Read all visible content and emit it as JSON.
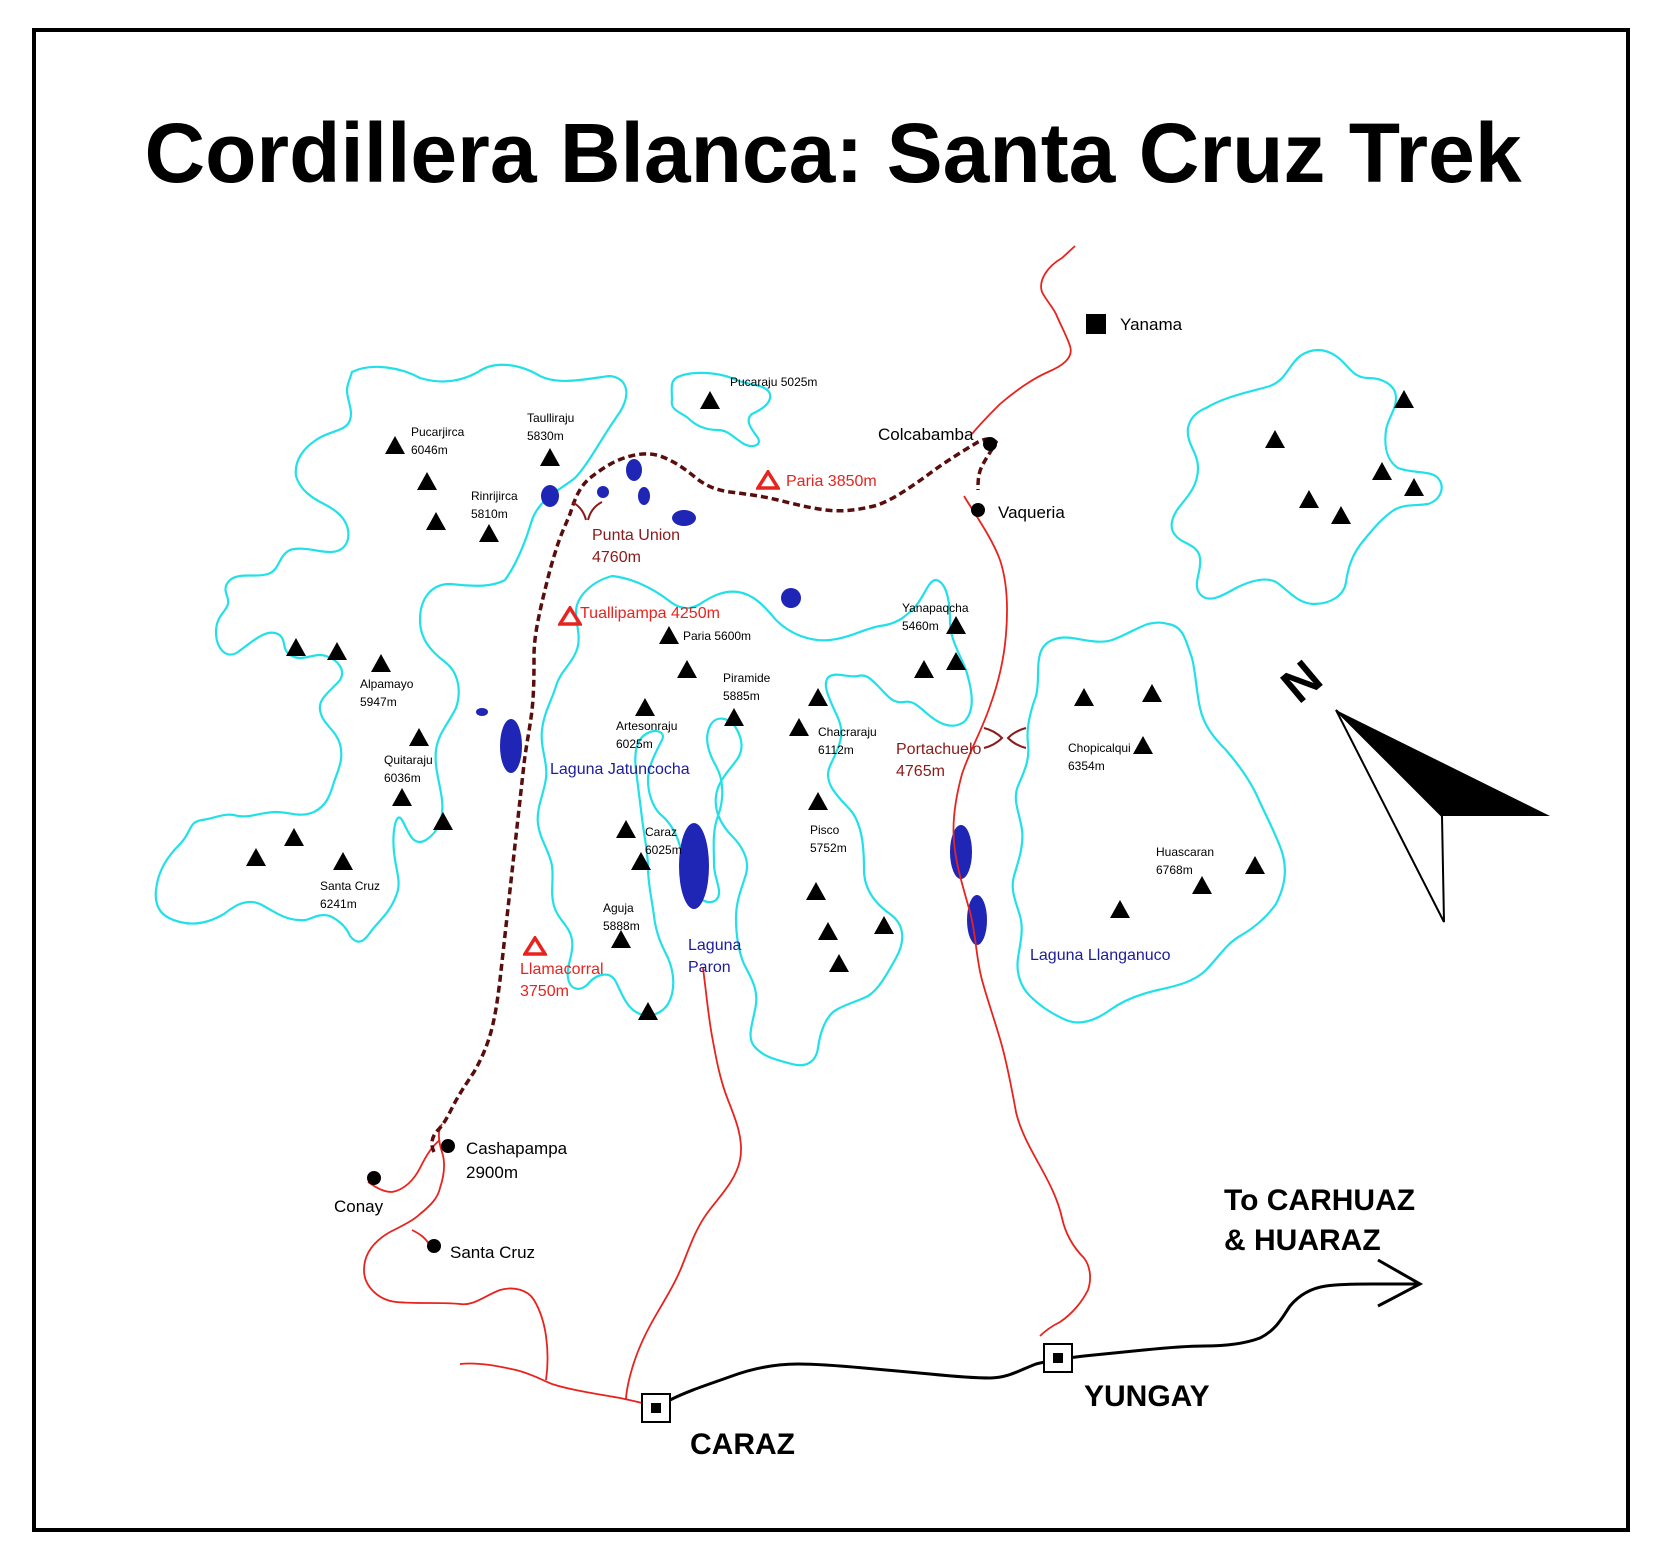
{
  "title": "Cordillera Blanca: Santa Cruz Trek",
  "colors": {
    "glacier": "#22e0e8",
    "road": "#e8231e",
    "trail": "#5a0d0d",
    "lake": "#1f25b5",
    "camp": "#e8231e",
    "pass": "#8b1a1a",
    "highway": "#000000"
  },
  "icons": {
    "peak": "peak-triangle-icon",
    "camp": "campsite-triangle-icon",
    "pass": "mountain-pass-icon",
    "village": "village-dot-icon",
    "town": "town-square-icon",
    "city": "city-square-icon",
    "north": "north-arrow-icon"
  },
  "peaks": [
    {
      "name": "Pucaraju",
      "elev": "5025m"
    },
    {
      "name": "Pucarjirca",
      "elev": "6046m"
    },
    {
      "name": "Taulliraju",
      "elev": "5830m"
    },
    {
      "name": "Rinrijirca",
      "elev": "5810m"
    },
    {
      "name": "Alpamayo",
      "elev": "5947m"
    },
    {
      "name": "Quitaraju",
      "elev": "6036m"
    },
    {
      "name": "Santa Cruz",
      "elev": "6241m"
    },
    {
      "name": "Paria",
      "elev": "5600m"
    },
    {
      "name": "Piramide",
      "elev": "5885m"
    },
    {
      "name": "Artesonraju",
      "elev": "6025m"
    },
    {
      "name": "Chacraraju",
      "elev": "6112m"
    },
    {
      "name": "Yanapaqcha",
      "elev": "5460m"
    },
    {
      "name": "Caraz",
      "elev": "6025m"
    },
    {
      "name": "Aguja",
      "elev": "5888m"
    },
    {
      "name": "Pisco",
      "elev": "5752m"
    },
    {
      "name": "Chopicalqui",
      "elev": "6354m"
    },
    {
      "name": "Huascaran",
      "elev": "6768m"
    }
  ],
  "camps": [
    {
      "name": "Paria 3850m"
    },
    {
      "name": "Tuallipampa 4250m"
    },
    {
      "name": "Llamacorral",
      "elev": "3750m"
    }
  ],
  "passes": [
    {
      "name": "Punta Union",
      "elev": "4760m"
    },
    {
      "name": "Portachuelo",
      "elev": "4765m"
    }
  ],
  "lakes": [
    {
      "name": "Laguna Jatuncocha"
    },
    {
      "name": "Laguna",
      "name2": "Paron"
    },
    {
      "name": "Laguna Llanganuco"
    }
  ],
  "villages": [
    {
      "name": "Colcabamba"
    },
    {
      "name": "Vaqueria"
    },
    {
      "name": "Cashapampa",
      "elev": "2900m"
    },
    {
      "name": "Conay"
    },
    {
      "name": "Santa Cruz"
    }
  ],
  "towns": [
    {
      "name": "Yanama"
    }
  ],
  "cities": [
    {
      "name": "CARAZ"
    },
    {
      "name": "YUNGAY"
    }
  ],
  "direction": {
    "line1": "To CARHUAZ",
    "line2": "& HUARAZ"
  },
  "north_label": "N"
}
